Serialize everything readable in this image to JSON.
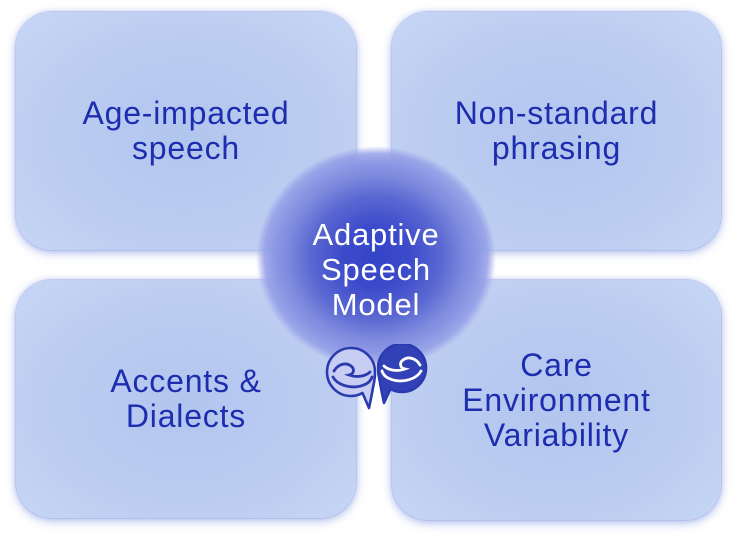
{
  "diagram_title": "Adaptive Speech Model factors diagram",
  "center": {
    "label": "Adaptive\nSpeech\nModel",
    "icon": "speech-bubbles-hands-icon"
  },
  "cards": [
    {
      "id": "age-impacted-speech",
      "label": "Age-impacted\nspeech"
    },
    {
      "id": "non-standard-phrasing",
      "label": "Non-standard\nphrasing"
    },
    {
      "id": "accents-dialects",
      "label": "Accents &\nDialects"
    },
    {
      "id": "care-environment-variability",
      "label": "Care\nEnvironment\nVariability"
    }
  ],
  "colors": {
    "background": "#FFFFFF",
    "text_primary": "#1C2DB0",
    "card_gradient_center": "#B2C5EE",
    "card_gradient_edge": "#D3E0F9",
    "circle_core": "#3444C7",
    "circle_rim": "#8D99E4",
    "circle_text": "#FFFFFF",
    "icon_light_fill": "#C7CDF3",
    "icon_dark_fill": "#3241B6",
    "icon_outline": "#2B3AAE"
  }
}
